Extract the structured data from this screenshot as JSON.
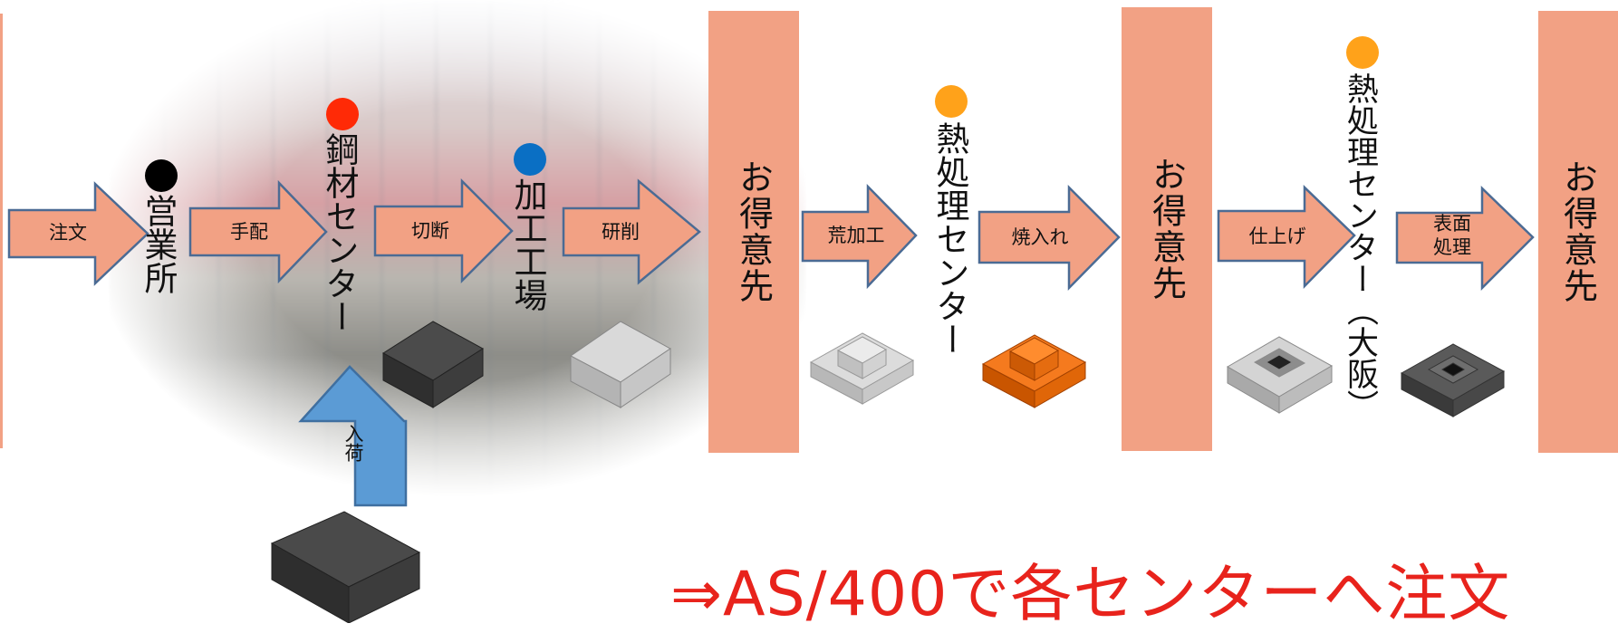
{
  "customer": {
    "label": "お得意先"
  },
  "flow_arrows": {
    "order": "注文",
    "arrange": "手配",
    "cutting": "切断",
    "grinding": "研削",
    "rough_machining": "荒加工",
    "quenching": "焼入れ",
    "finishing": "仕上げ",
    "surface_treatment": "表面\n処理",
    "receiving": "入荷"
  },
  "sites": {
    "sales_office": {
      "label": "営業所",
      "dot_color": "#000000"
    },
    "steel_center": {
      "label": "鋼材センター",
      "dot_color": "#ff2a06"
    },
    "processing_plant": {
      "label": "加工工場",
      "dot_color": "#0a6fc4"
    },
    "heat_treatment_center": {
      "label": "熱処理センター",
      "dot_color": "#ffa21a"
    },
    "heat_treatment_center_osaka": {
      "label": "熱処理センター（大阪）",
      "dot_color": "#ffa21a"
    }
  },
  "colors": {
    "customer_box": "#f2a184",
    "arrow_fill": "#f2a184",
    "arrow_stroke": "#4b6b94",
    "receiving_arrow": "#5b9bd5",
    "result_text": "#e8231c"
  },
  "result": {
    "text": "⇒AS/400で各センターへ注文"
  }
}
